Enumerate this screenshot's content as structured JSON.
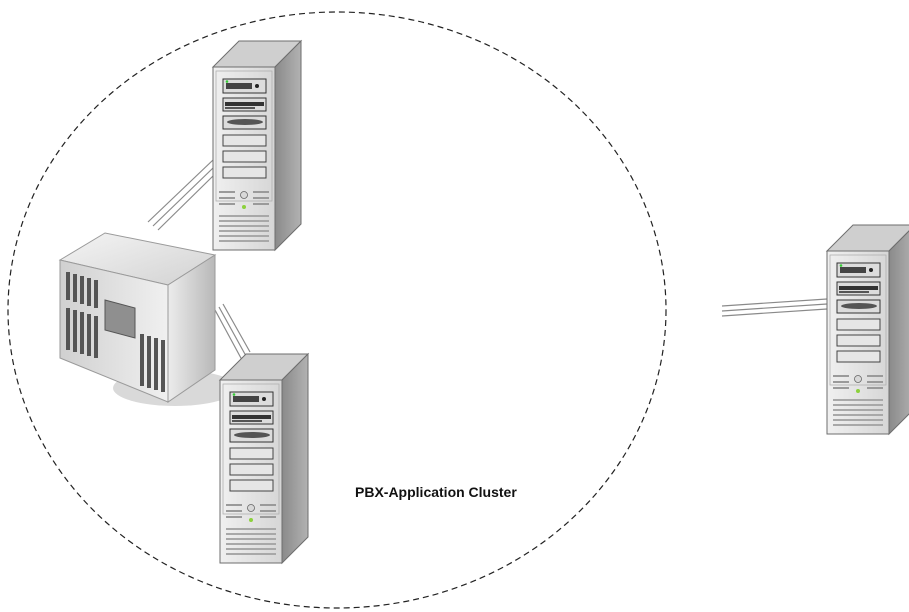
{
  "diagram": {
    "cluster_label": "PBX-Application Cluster",
    "nodes": [
      {
        "id": "server-top",
        "icon": "tower-server-icon",
        "group": "cluster"
      },
      {
        "id": "server-bottom",
        "icon": "tower-server-icon",
        "group": "cluster"
      },
      {
        "id": "storage",
        "icon": "storage-array-icon",
        "group": "cluster"
      },
      {
        "id": "server-external",
        "icon": "tower-server-icon",
        "group": "external"
      }
    ],
    "edges": [
      {
        "from": "storage",
        "to": "server-top"
      },
      {
        "from": "storage",
        "to": "server-bottom"
      },
      {
        "from": "server-external",
        "to": "cluster"
      }
    ],
    "colors": {
      "server_face": "#e4e4e4",
      "server_side": "#9a9a9a",
      "server_top": "#c8c8c8",
      "cluster_boundary": "#222222",
      "led_green": "#33cc33"
    }
  }
}
